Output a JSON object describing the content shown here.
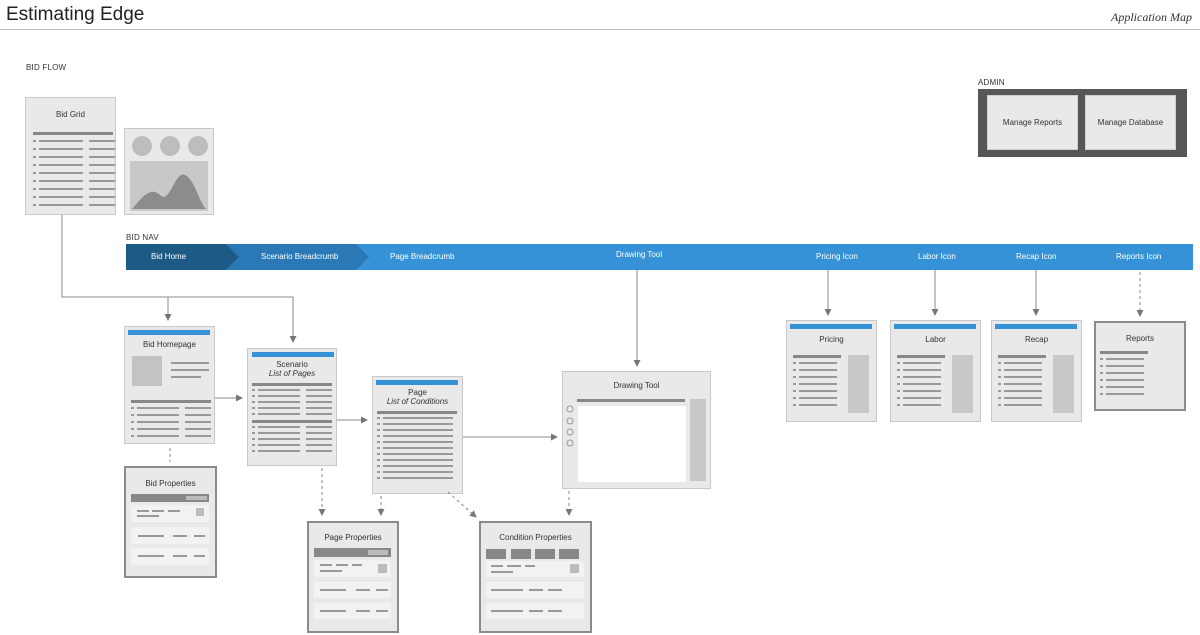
{
  "header": {
    "app_title": "Estimating Edge",
    "map_title": "Application Map"
  },
  "sections": {
    "bid_flow": "BID FLOW",
    "bid_nav": "BID NAV",
    "admin": "ADMIN"
  },
  "nav": {
    "items": [
      "Bid Home",
      "Scenario Breadcrumb",
      "Page Breadcrumb",
      "Drawing Tool",
      "Pricing Icon",
      "Labor Icon",
      "Recap Icon",
      "Reports Icon"
    ],
    "active_color": "#1e5a86",
    "bar_color": "#3592d6"
  },
  "admin": {
    "tiles": [
      "Manage Reports",
      "Manage Database"
    ]
  },
  "screens": {
    "bid_grid": "Bid Grid",
    "bid_homepage": "Bid Homepage",
    "bid_properties": "Bid Properties",
    "scenario": {
      "title": "Scenario",
      "subtitle": "List of Pages"
    },
    "page": {
      "title": "Page",
      "subtitle": "List of Conditions"
    },
    "page_properties": "Page Properties",
    "condition_properties": "Condition Properties",
    "drawing_tool": "Drawing Tool",
    "pricing": "Pricing",
    "labor": "Labor",
    "recap": "Recap",
    "reports": "Reports"
  },
  "colors": {
    "accent": "#3592d6",
    "card": "#e9e9e9",
    "line": "#8a8a8a",
    "admin_bg": "#575757"
  }
}
